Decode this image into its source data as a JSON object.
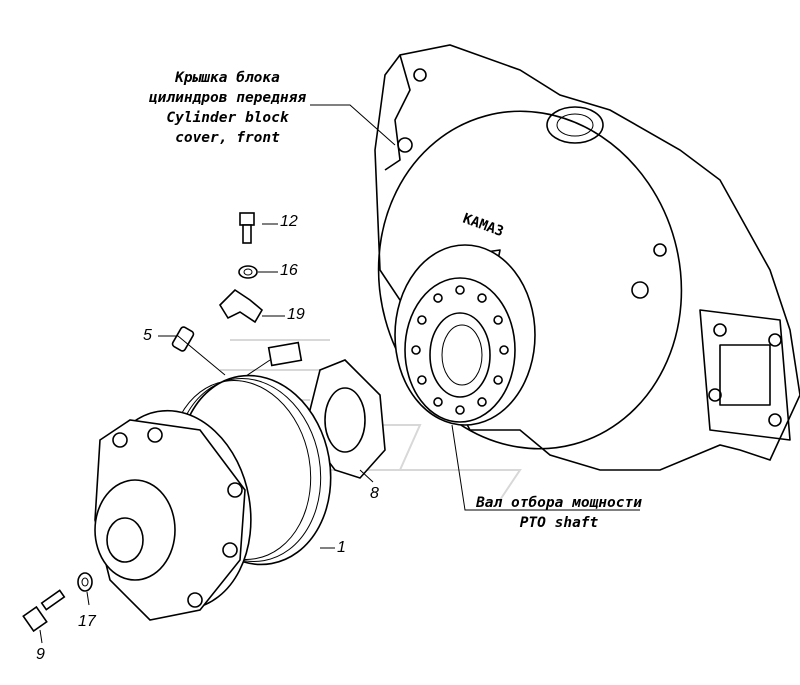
{
  "callouts": {
    "cylinder_block_cover": {
      "ru_line1": "Крышка блока",
      "ru_line2": "цилиндров передняя",
      "en_line1": "Cylinder block",
      "en_line2": "cover, front"
    },
    "pto_shaft": {
      "ru": "Вал отбора мощности",
      "en": "PTO shaft"
    }
  },
  "part_numbers": {
    "p12": "12",
    "p16": "16",
    "p19": "19",
    "p5": "5",
    "p8": "8",
    "p1": "1",
    "p17": "17",
    "p9": "9"
  },
  "housing_logo": "KAMAЗ"
}
